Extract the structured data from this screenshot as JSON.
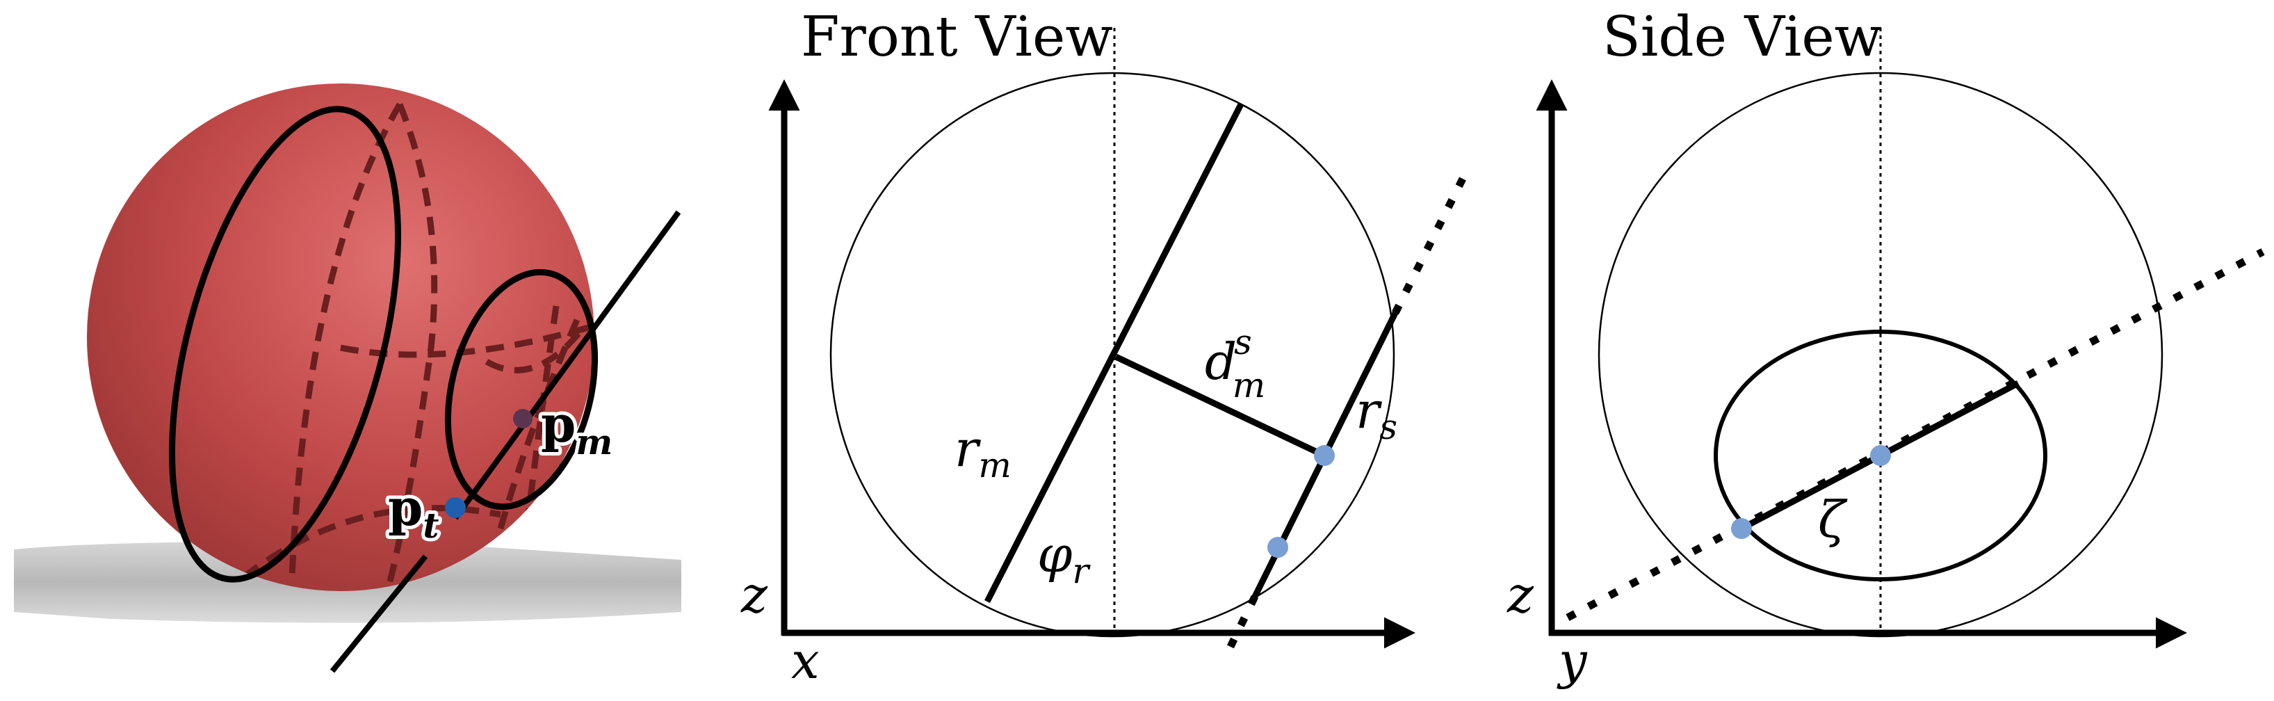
{
  "panels": {
    "front": {
      "title": "Front View",
      "axis_h": "x",
      "axis_v": "z"
    },
    "side": {
      "title": "Side View",
      "axis_h": "y",
      "axis_v": "z"
    }
  },
  "labels": {
    "p_t_main": "p",
    "p_t_sub": "t",
    "p_m_main": "p",
    "p_m_sub": "m",
    "r_m_main": "r",
    "r_m_sub": "m",
    "r_s_main": "r",
    "r_s_sub": "s",
    "d_main": "d",
    "d_sub": "m",
    "d_sup": "s",
    "phi_main": "φ",
    "phi_sub": "r",
    "zeta": "ζ"
  },
  "colors": {
    "sphere": "#c24a4a",
    "shadow": "#bdbdbd",
    "point_blue": "#1f5fb0",
    "point_light": "#7a9fd4",
    "point_dark": "#5a3550"
  }
}
